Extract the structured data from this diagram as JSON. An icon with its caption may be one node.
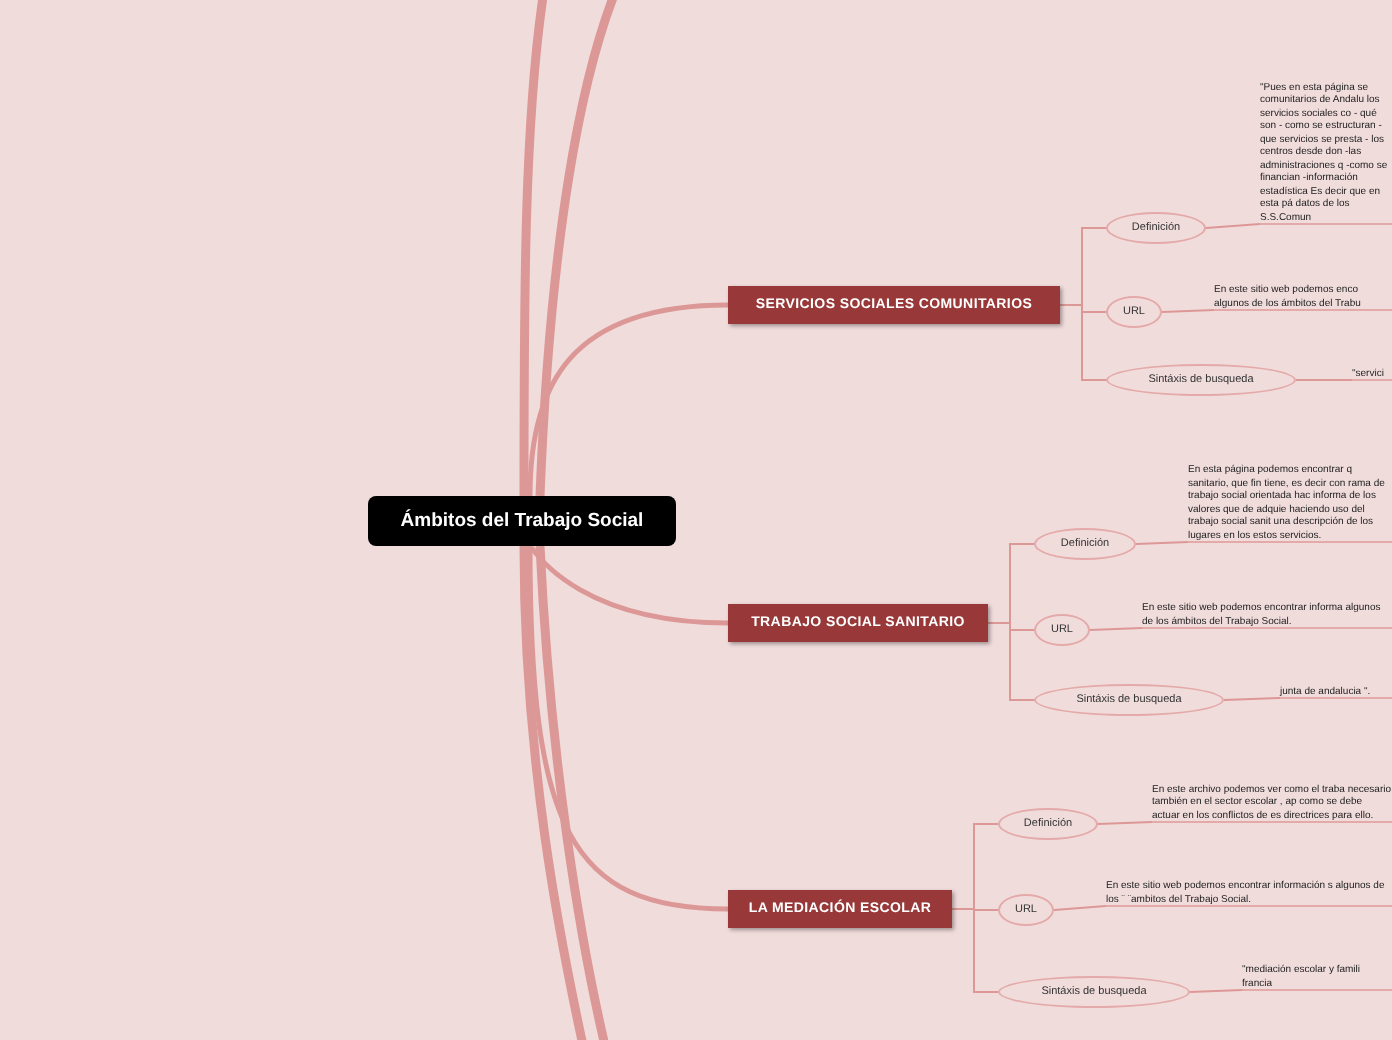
{
  "diagram": {
    "nodes": [
      {
        "text": [
          "Ámbitos del Trabajo Social"
        ]
      },
      {
        "text": [
          "SERVICIOS SOCIALES COMUNITARIOS"
        ]
      },
      {
        "text": [
          "Definición"
        ]
      },
      {
        "text": [
          "\"Pues en esta página se comunitarios de Andalu los servicios sociales co - qué son - como se estructuran - que servicios se presta - los centros desde don -las administraciones q -como se financian -información estadística Es decir que en esta pá datos de los S.S.Comun"
        ]
      },
      {
        "text": [
          "URL"
        ]
      },
      {
        "text": [
          "En este sitio web podemos enco algunos de los ámbitos del Trabu"
        ]
      },
      {
        "text": [
          "Sintáxis de busqueda"
        ]
      },
      {
        "text": [
          "\"servici"
        ]
      },
      {
        "text": [
          "TRABAJO SOCIAL SANITARIO"
        ]
      },
      {
        "text": [
          "Definición"
        ]
      },
      {
        "text": [
          "En esta página podemos encontrar q sanitario, que fin tiene, es decir con rama de trabajo social orientada hac informa de los valores que de adquie haciendo uso del trabajo social sanit una descripción de los lugares en los estos servicios."
        ]
      },
      {
        "text": [
          "URL"
        ]
      },
      {
        "text": [
          "En este sitio web podemos encontrar informa algunos de los ámbitos del Trabajo Social."
        ]
      },
      {
        "text": [
          "Sintáxis de busqueda"
        ]
      },
      {
        "text": [
          "junta de andalucia \"."
        ]
      },
      {
        "text": [
          "LA MEDIACIÓN ESCOLAR"
        ]
      },
      {
        "text": [
          "Definición"
        ]
      },
      {
        "text": [
          "En este archivo podemos ver como el traba necesario también en el sector escolar , ap como se debe actuar en los conflictos de es directrices para ello."
        ]
      },
      {
        "text": [
          "URL"
        ]
      },
      {
        "text": [
          "En este sitio web podemos encontrar información s algunos de los ¨ ¨ambitos del Trabajo Social."
        ]
      },
      {
        "text": [
          "Sintáxis de busqueda"
        ]
      },
      {
        "text": [
          "\"mediación escolar y famili francia"
        ]
      }
    ],
    "edges": [
      {
        "from": 0,
        "to": 1,
        "arrow": "none",
        "style": "thick"
      },
      {
        "from": 0,
        "to": 8,
        "arrow": "none",
        "style": "thick"
      },
      {
        "from": 0,
        "to": 15,
        "arrow": "none",
        "style": "thick"
      },
      {
        "from": 1,
        "to": 2,
        "arrow": "none"
      },
      {
        "from": 1,
        "to": 4,
        "arrow": "none"
      },
      {
        "from": 1,
        "to": 6,
        "arrow": "none"
      },
      {
        "from": 2,
        "to": 3,
        "arrow": "none"
      },
      {
        "from": 4,
        "to": 5,
        "arrow": "none"
      },
      {
        "from": 6,
        "to": 7,
        "arrow": "none"
      },
      {
        "from": 8,
        "to": 9,
        "arrow": "none"
      },
      {
        "from": 8,
        "to": 11,
        "arrow": "none"
      },
      {
        "from": 8,
        "to": 13,
        "arrow": "none"
      },
      {
        "from": 9,
        "to": 10,
        "arrow": "none"
      },
      {
        "from": 11,
        "to": 12,
        "arrow": "none"
      },
      {
        "from": 13,
        "to": 14,
        "arrow": "none"
      },
      {
        "from": 15,
        "to": 16,
        "arrow": "none"
      },
      {
        "from": 15,
        "to": 18,
        "arrow": "none"
      },
      {
        "from": 15,
        "to": 20,
        "arrow": "none"
      },
      {
        "from": 16,
        "to": 17,
        "arrow": "none"
      },
      {
        "from": 18,
        "to": 19,
        "arrow": "none"
      },
      {
        "from": 20,
        "to": 21,
        "arrow": "none"
      },
      {
        "from": 0,
        "to": null,
        "arrow": "none",
        "style": "thick"
      },
      {
        "from": 0,
        "to": null,
        "arrow": "none",
        "style": "thick"
      },
      {
        "from": 0,
        "to": null,
        "arrow": "none",
        "style": "thick"
      },
      {
        "from": 0,
        "to": null,
        "arrow": "none",
        "style": "thick"
      }
    ]
  }
}
